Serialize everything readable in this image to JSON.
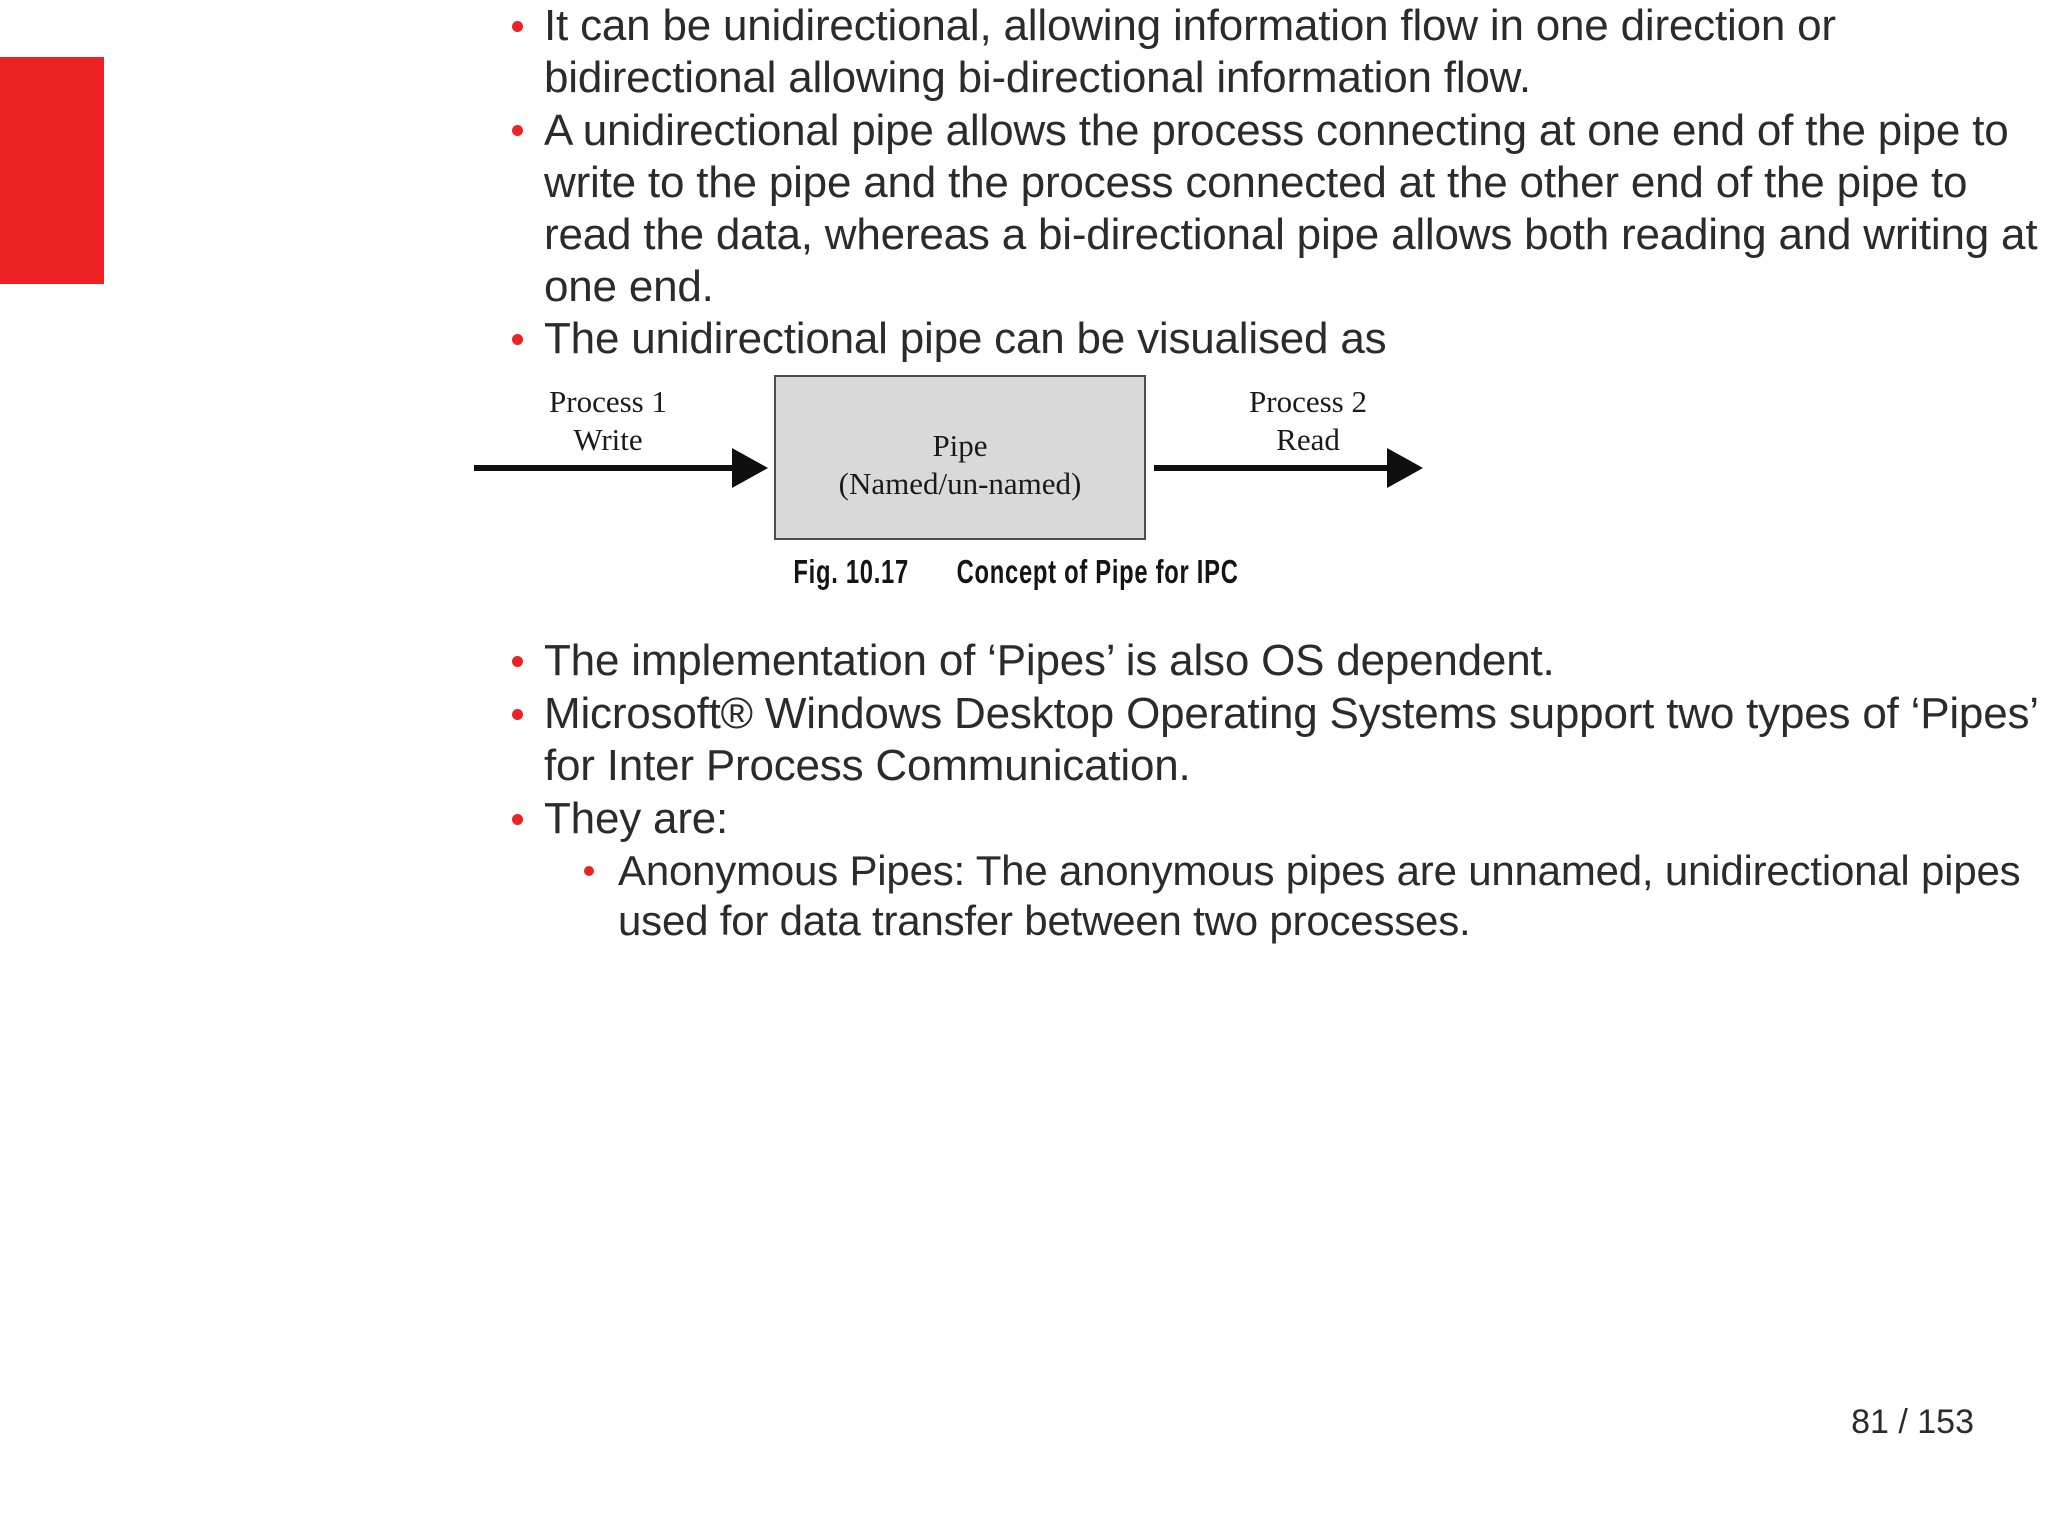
{
  "slide": {
    "accent_color": "#ed2024",
    "bullet_color": "#ec2227",
    "text_color": "#2b2b2b",
    "page_indicator": "81 / 153"
  },
  "bullets": [
    {
      "level": 1,
      "text": "It can be unidirectional, allowing information flow in one direction or bidirectional allowing bi-directional information flow."
    },
    {
      "level": 1,
      "text": "A unidirectional pipe allows the process connecting at one end of the pipe to write to the pipe and the process connected at the other end of the pipe to read the data, whereas a bi-directional pipe allows both reading and writing at one end."
    },
    {
      "level": 1,
      "text": "The unidirectional pipe can be visualised as"
    },
    {
      "level": 1,
      "text": "The implementation of ‘Pipes’ is also OS dependent."
    },
    {
      "level": 1,
      "text": "Microsoft® Windows Desktop Operating Systems support two types of ‘Pipes’ for Inter Process Communication."
    },
    {
      "level": 1,
      "text": "They are:"
    },
    {
      "level": 2,
      "text": "Anonymous Pipes: The anonymous pipes are unnamed, unidirectional pipes used for data transfer between two processes."
    }
  ],
  "figure": {
    "left_label_line1": "Process 1",
    "left_label_line2": "Write",
    "right_label_line1": "Process 2",
    "right_label_line2": "Read",
    "box_line1": "Pipe",
    "box_line2": "(Named/un-named)",
    "box_fill": "#d9d9d9",
    "box_stroke": "#4d4d4d",
    "caption_number": "Fig. 10.17",
    "caption_title": "Concept of Pipe for IPC"
  }
}
